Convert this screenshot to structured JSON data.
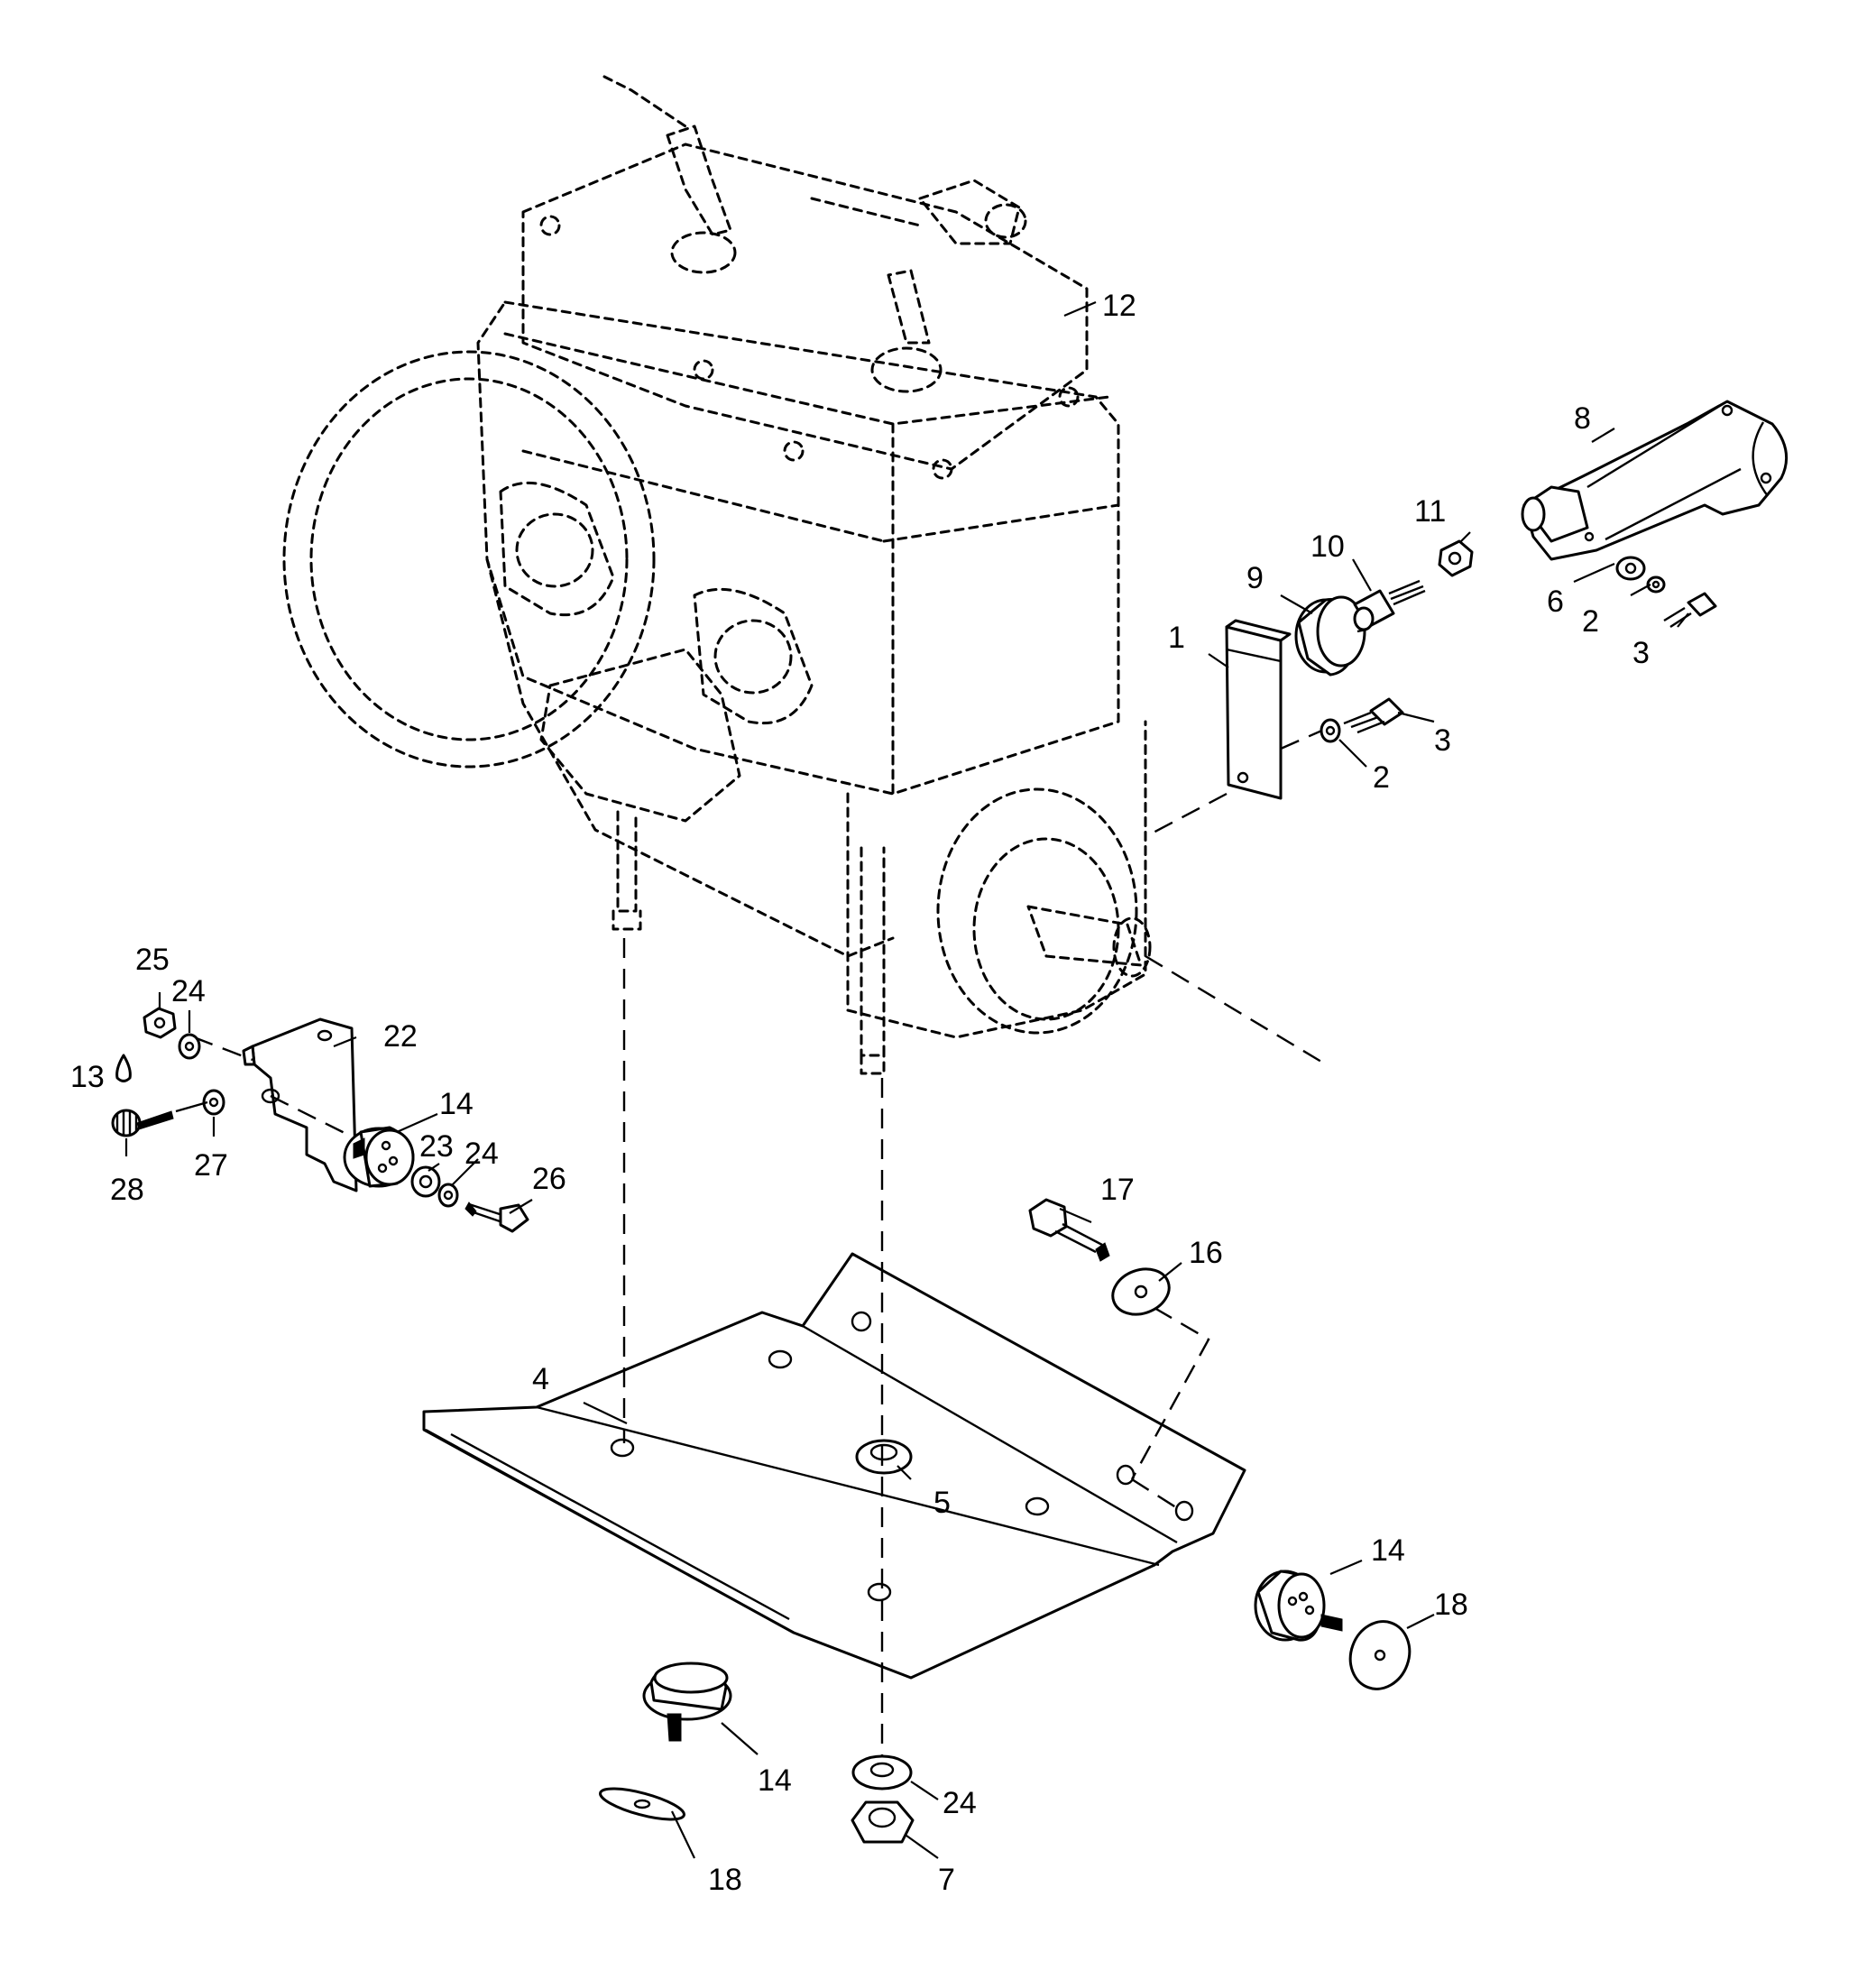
{
  "diagram": {
    "callouts": [
      {
        "id": "c1",
        "text": "1"
      },
      {
        "id": "c2a",
        "text": "2"
      },
      {
        "id": "c2b",
        "text": "2"
      },
      {
        "id": "c3a",
        "text": "3"
      },
      {
        "id": "c3b",
        "text": "3"
      },
      {
        "id": "c4",
        "text": "4"
      },
      {
        "id": "c5",
        "text": "5"
      },
      {
        "id": "c6",
        "text": "6"
      },
      {
        "id": "c7",
        "text": "7"
      },
      {
        "id": "c8",
        "text": "8"
      },
      {
        "id": "c9",
        "text": "9"
      },
      {
        "id": "c10",
        "text": "10"
      },
      {
        "id": "c11",
        "text": "11"
      },
      {
        "id": "c12",
        "text": "12"
      },
      {
        "id": "c13",
        "text": "13"
      },
      {
        "id": "c14a",
        "text": "14"
      },
      {
        "id": "c14b",
        "text": "14"
      },
      {
        "id": "c14c",
        "text": "14"
      },
      {
        "id": "c16",
        "text": "16"
      },
      {
        "id": "c17",
        "text": "17"
      },
      {
        "id": "c18a",
        "text": "18"
      },
      {
        "id": "c18b",
        "text": "18"
      },
      {
        "id": "c22",
        "text": "22"
      },
      {
        "id": "c23",
        "text": "23"
      },
      {
        "id": "c24a",
        "text": "24"
      },
      {
        "id": "c24b",
        "text": "24"
      },
      {
        "id": "c24c",
        "text": "24"
      },
      {
        "id": "c25",
        "text": "25"
      },
      {
        "id": "c26",
        "text": "26"
      },
      {
        "id": "c27",
        "text": "27"
      },
      {
        "id": "c28",
        "text": "28"
      }
    ]
  }
}
